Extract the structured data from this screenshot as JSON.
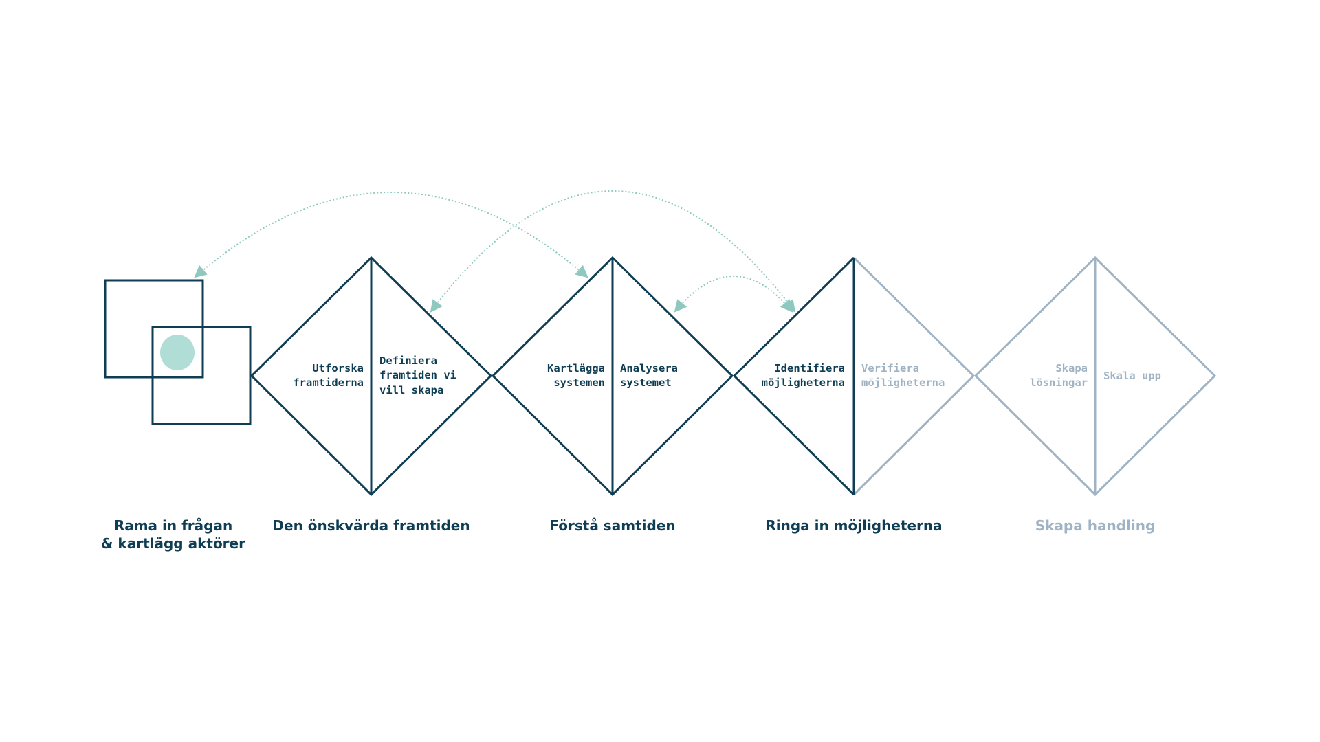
{
  "colors": {
    "dark": "#0e3d54",
    "muted": "#9fb3c4",
    "teal_arrow": "#8ec8bf",
    "circle": "#b1ddd7"
  },
  "stages": [
    {
      "title_line1": "Rama in frågan",
      "title_line2": "& kartlägg aktörer"
    },
    {
      "title": "Den önskvärda framtiden",
      "left": [
        "Utforska",
        "framtiderna"
      ],
      "right": [
        "Definiera",
        "framtiden vi",
        "vill skapa"
      ]
    },
    {
      "title": "Förstå samtiden",
      "left": [
        "Kartlägga",
        "systemen"
      ],
      "right": [
        "Analysera",
        "systemet"
      ]
    },
    {
      "title": "Ringa in möjligheterna",
      "left": [
        "Identifiera",
        "möjligheterna"
      ],
      "right": [
        "Verifiera",
        "möjligheterna"
      ]
    },
    {
      "title": "Skapa handling",
      "left": [
        "Skapa",
        "lösningar"
      ],
      "right": [
        "Skala upp"
      ]
    }
  ]
}
